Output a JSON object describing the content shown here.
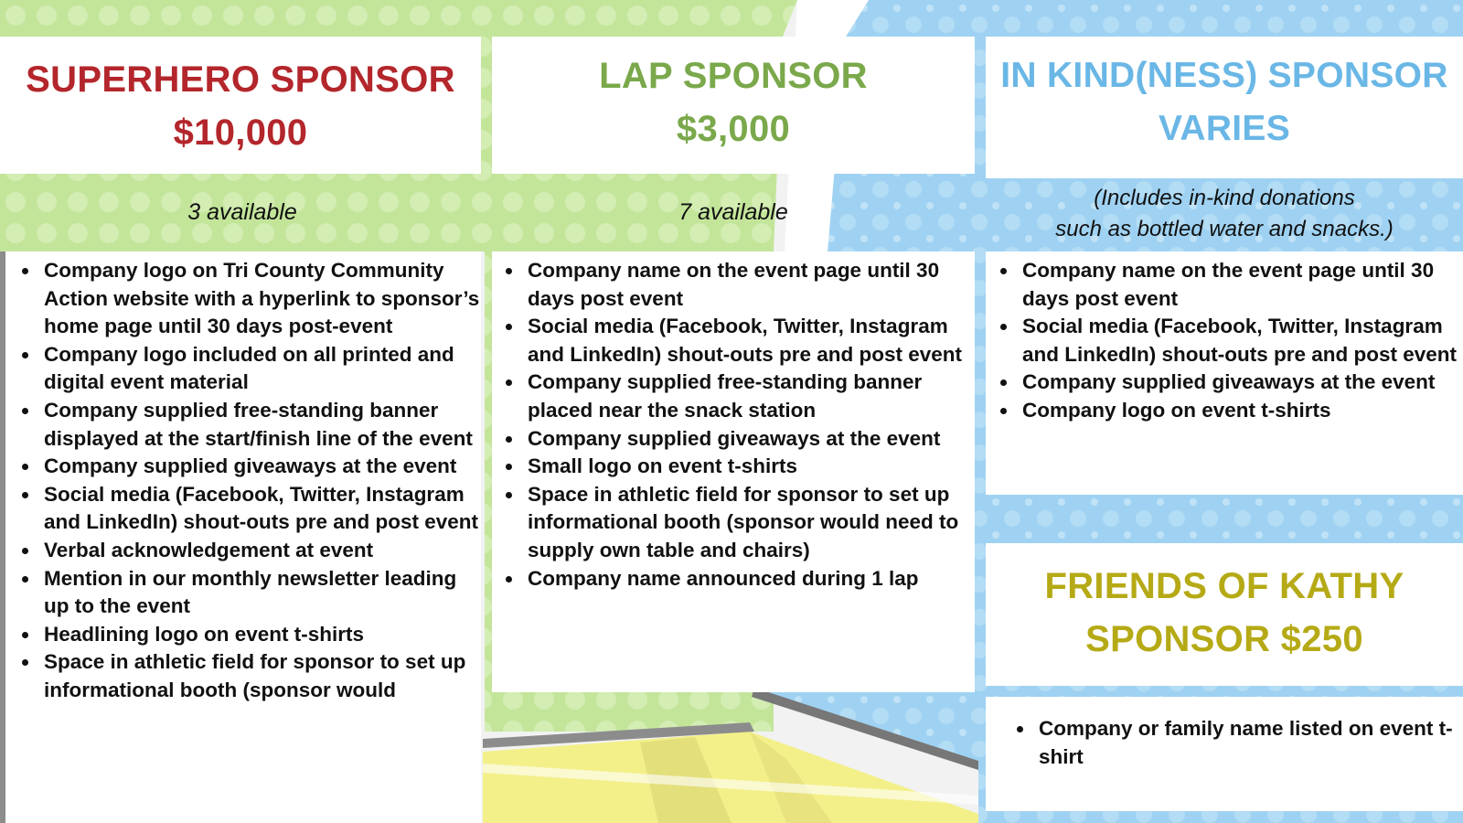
{
  "colors": {
    "superhero": "#b3262b",
    "lap": "#7aa84b",
    "inkind": "#6ab7e6",
    "friends": "#b5aa16",
    "green_bg": "#c3e59a",
    "blue_bg": "#9fd2f2",
    "yellow_bg": "#f3f08a"
  },
  "superhero": {
    "name": "SUPERHERO SPONSOR",
    "price": "$10,000",
    "availability": "3 available",
    "benefits": [
      "Company logo on Tri County Community Action website with a hyperlink to sponsor’s home page until 30 days post-event",
      "Company logo included on all printed and digital event material",
      "Company supplied free-standing banner displayed at the start/finish line of the event",
      "Company supplied giveaways at the event",
      "Social media (Facebook, Twitter, Instagram and LinkedIn) shout-outs pre and post event",
      "Verbal acknowledgement at event",
      "Mention in our monthly newsletter leading up to the event",
      "Headlining logo on event t-shirts",
      "Space in athletic field for sponsor to set up informational booth (sponsor would"
    ]
  },
  "lap": {
    "name": "LAP SPONSOR",
    "price": "$3,000",
    "availability": "7 available",
    "benefits": [
      "Company name on the event page until 30 days post event",
      "Social media (Facebook, Twitter, Instagram and LinkedIn) shout-outs pre and post event",
      "Company supplied free-standing banner placed near the snack station",
      "Company supplied giveaways at the event",
      "Small logo on event t-shirts",
      "Space in athletic field for sponsor to set up informational booth (sponsor would need to supply own table and chairs)",
      "Company name announced during 1 lap"
    ]
  },
  "inkind": {
    "name": "IN KIND(NESS) SPONSOR",
    "price": "VARIES",
    "note_line1": "(Includes in-kind donations",
    "note_line2": "such as bottled water and snacks.)",
    "benefits": [
      "Company name on the event page until 30 days post event",
      "Social media (Facebook, Twitter, Instagram and LinkedIn) shout-outs pre and post event",
      "Company supplied giveaways at the event",
      "Company logo on event t-shirts"
    ]
  },
  "friends": {
    "name_line1": "FRIENDS OF KATHY",
    "name_line2": "SPONSOR $250",
    "benefits": [
      "Company or family name listed on event t-shirt"
    ]
  }
}
